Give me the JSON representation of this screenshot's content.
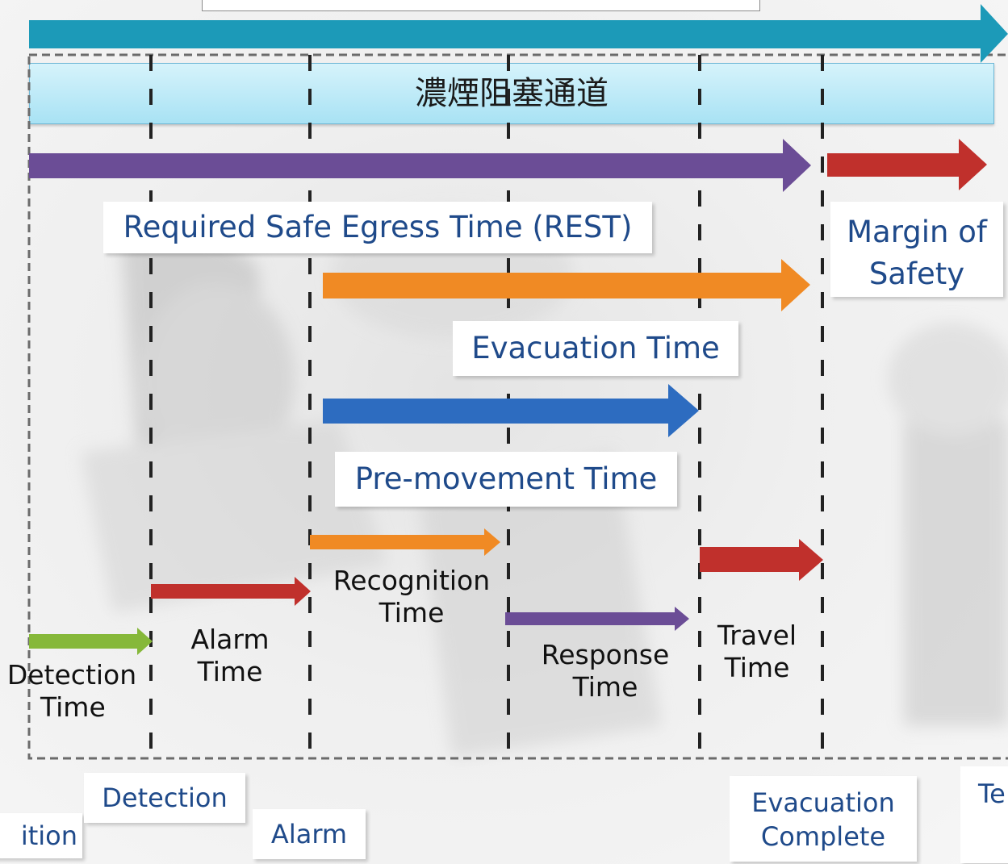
{
  "banner": {
    "text": "濃煙阻塞通道"
  },
  "labels": {
    "rset": "Required Safe Egress Time (REST)",
    "margin_line1": "Margin of",
    "margin_line2": "Safety",
    "evacuation": "Evacuation Time",
    "premovement": "Pre-movement Time"
  },
  "phases": {
    "detection_line1": "Detection",
    "detection_line2": "Time",
    "alarm_line1": "Alarm",
    "alarm_line2": "Time",
    "recognition_line1": "Recognition",
    "recognition_line2": "Time",
    "response_line1": "Response",
    "response_line2": "Time",
    "travel_line1": "Travel",
    "travel_line2": "Time"
  },
  "events": {
    "ignition_partial": "ition",
    "detection": "Detection",
    "alarm": "Alarm",
    "evac_line1": "Evacuation",
    "evac_line2": "Complete",
    "tenability_partial": "Te"
  },
  "colors": {
    "teal_arrow": "#1c9ab8",
    "purple_arrow": "#6b4d96",
    "orange_arrow": "#f08a24",
    "blue_arrow": "#2d6cc0",
    "red_arrow": "#c0302c",
    "green_arrow": "#86b83a",
    "label_text": "#1f4a8a"
  }
}
